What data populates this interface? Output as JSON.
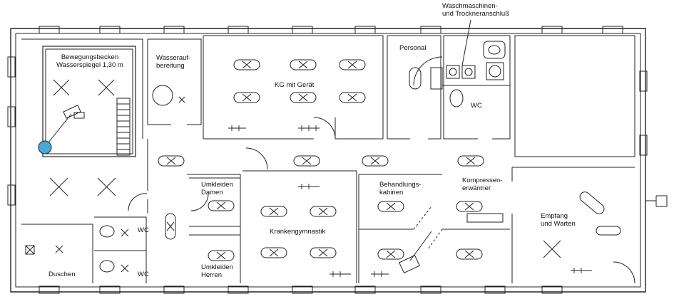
{
  "rooms": {
    "pool_line1": "Bewegungsbecken",
    "pool_line2": "Wasserspiegel 1,30 m",
    "water_line1": "Wasserauf-",
    "water_line2": "bereitung",
    "kg": "KG mit Gerät",
    "personal": "Personal",
    "laundry_line1": "Waschmaschinen-",
    "laundry_line2": "und Trockneranschluß",
    "wc_staff": "WC",
    "umk_damen_line1": "Umkleiden",
    "umk_damen_line2": "Damen",
    "umk_herren_line1": "Umkleiden",
    "umk_herren_line2": "Herren",
    "kranken": "Krankengymnastik",
    "behand_line1": "Behandlungs-",
    "behand_line2": "kabinen",
    "kompressen_line1": "Kompressen-",
    "kompressen_line2": "erwärmer",
    "empfang_line1": "Empfang",
    "empfang_line2": "und Warten",
    "duschen": "Duschen",
    "wc1": "WC",
    "wc2": "WC"
  },
  "colors": {
    "wall": "#222222",
    "accent_circle": "#4aa8d8"
  }
}
